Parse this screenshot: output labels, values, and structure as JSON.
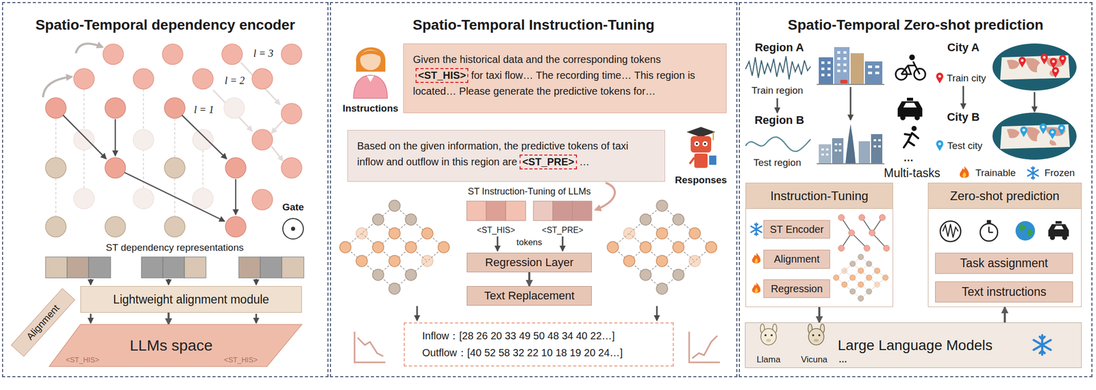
{
  "diagram": {
    "nodes": [
      {
        "text": [
          "Spatio-Temporal dependency encoder"
        ]
      },
      {
        "text": [
          "Lightweight alignment module"
        ],
        "in": 0
      },
      {
        "text": [
          "Alignment"
        ],
        "in": 0
      },
      {
        "text": [
          "LLMs space",
          "<ST_HIS>",
          "<ST_HIS>"
        ],
        "in": 0
      },
      {
        "text": [
          "Spatio-Temporal Instruction-Tuning"
        ]
      },
      {
        "text": [
          "Given the historical data and the corresponding tokens",
          "<ST_HIS>",
          "for taxi flow… The recording time… This region is located… Please generate the predictive tokens for…"
        ],
        "in": 4
      },
      {
        "text": [
          "Based on the given information, the predictive tokens of taxi inflow and outflow in this region are",
          "<ST_PRE>",
          "…"
        ],
        "in": 4
      },
      {
        "text": [
          "Regression Layer"
        ],
        "in": 4
      },
      {
        "text": [
          "Text Replacement"
        ],
        "in": 4
      },
      {
        "text": [
          "Inflow：[28 26 20 33 49 50 48 34 40 22…]",
          "Outflow：[40 52 58 32 22 10 18 19 20 24…]"
        ],
        "in": 4
      },
      {
        "text": [
          "Spatio-Temporal Zero-shot prediction"
        ]
      },
      {
        "text": [
          "Instruction-Tuning"
        ],
        "in": 10
      },
      {
        "text": [
          "ST Encoder"
        ],
        "in": 11
      },
      {
        "text": [
          "Alignment"
        ],
        "in": 11
      },
      {
        "text": [
          "Regression"
        ],
        "in": 11
      },
      {
        "text": [
          "Zero-shot prediction"
        ],
        "in": 10
      },
      {
        "text": [
          "Task assignment"
        ],
        "in": 15
      },
      {
        "text": [
          "Text instructions"
        ],
        "in": 15
      },
      {
        "text": [
          "Large Language Models"
        ],
        "in": 10
      }
    ],
    "edges": [
      {
        "from": 1,
        "to": 3,
        "arrow": "to"
      },
      {
        "from": 7,
        "to": 8,
        "arrow": "to"
      },
      {
        "from": 11,
        "to": 18,
        "arrow": "to"
      },
      {
        "from": 18,
        "to": 15,
        "arrow": "to"
      }
    ],
    "labels": [
      "l = 3",
      "l = 2",
      "l = 1",
      "Gate",
      "ST dependency representations",
      "Instructions",
      "Responses",
      "ST Instruction-Tuning of LLMs",
      "<ST_HIS>",
      "<ST_PRE>",
      "tokens",
      "Region A",
      "Train region",
      "Region B",
      "Test region",
      "City A",
      "Train city",
      "City B",
      "Test city",
      "…",
      "Multi-tasks",
      "Llama",
      "Vicuna",
      "…"
    ],
    "legend": [
      {
        "text": "Trainable"
      },
      {
        "text": "Frozen"
      }
    ]
  }
}
